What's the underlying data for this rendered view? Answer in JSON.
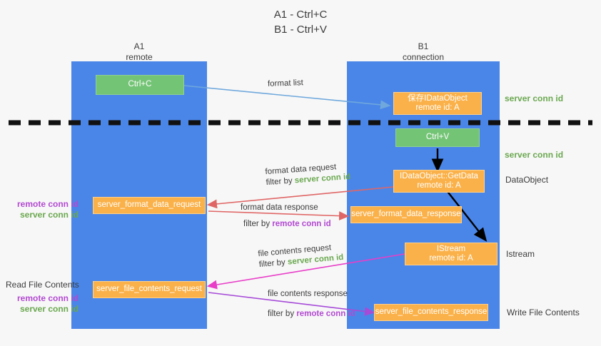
{
  "title": {
    "line1": "A1 - Ctrl+C",
    "line2": "B1 - Ctrl+V"
  },
  "lanes": [
    {
      "name": "A1",
      "role": "remote"
    },
    {
      "name": "B1",
      "role": "connection"
    }
  ],
  "colors": {
    "lane": "#4a86e8",
    "green_box": "#74c476",
    "orange_box": "#fbb149",
    "server_conn_id": "#6aa84f",
    "remote_conn_id": "#b24ad1",
    "arrow_blue": "#6fa8dc",
    "arrow_red": "#e06666",
    "arrow_black": "#000000",
    "arrow_magenta": "#e83ec8",
    "arrow_purple": "#a64bd8",
    "divider": "#111111"
  },
  "nodes": {
    "ctrl_c": {
      "label": "Ctrl+C"
    },
    "save_idataobject": {
      "line1": "保存IDataObject",
      "line2": "remote id: A"
    },
    "ctrl_v": {
      "label": "Ctrl+V"
    },
    "getdata": {
      "line1": "IDataObject::GetData",
      "line2": "remote id: A"
    },
    "istream": {
      "line1": "IStream",
      "line2": "remote id: A"
    },
    "server_format_data_request": {
      "label": "server_format_data_request"
    },
    "server_format_data_response": {
      "label": "server_format_data_response"
    },
    "server_file_contents_request": {
      "label": "server_file_contents_request"
    },
    "server_file_contents_response": {
      "label": "server_file_contents_response"
    }
  },
  "right_labels": {
    "server_conn_id_top": "server conn id",
    "server_conn_id_mid": "server conn id",
    "dataobject": "DataObject",
    "istream": "Istream",
    "write_file_contents": "Write File Contents"
  },
  "left_labels": {
    "remote_conn_id_mid": "remote conn id",
    "server_conn_id_mid": "server conn id",
    "read_file_contents": "Read File Contents",
    "remote_conn_id_bottom": "remote conn id",
    "server_conn_id_bottom": "server conn id"
  },
  "edges": [
    {
      "id": "format-list",
      "label": "format list"
    },
    {
      "id": "format-data-request",
      "label": "format data request",
      "filter_prefix": "filter by ",
      "filter_value": "server conn id",
      "filter_kind": "server"
    },
    {
      "id": "format-data-response",
      "label": "format data response",
      "filter_prefix": "filter by ",
      "filter_value": "remote conn id",
      "filter_kind": "remote"
    },
    {
      "id": "file-contents-request",
      "label": "file contents request",
      "filter_prefix": "filter by ",
      "filter_value": "server conn id",
      "filter_kind": "server"
    },
    {
      "id": "file-contents-response",
      "label": "file contents response",
      "filter_prefix": "filter by ",
      "filter_value": "remote conn id",
      "filter_kind": "remote"
    }
  ]
}
